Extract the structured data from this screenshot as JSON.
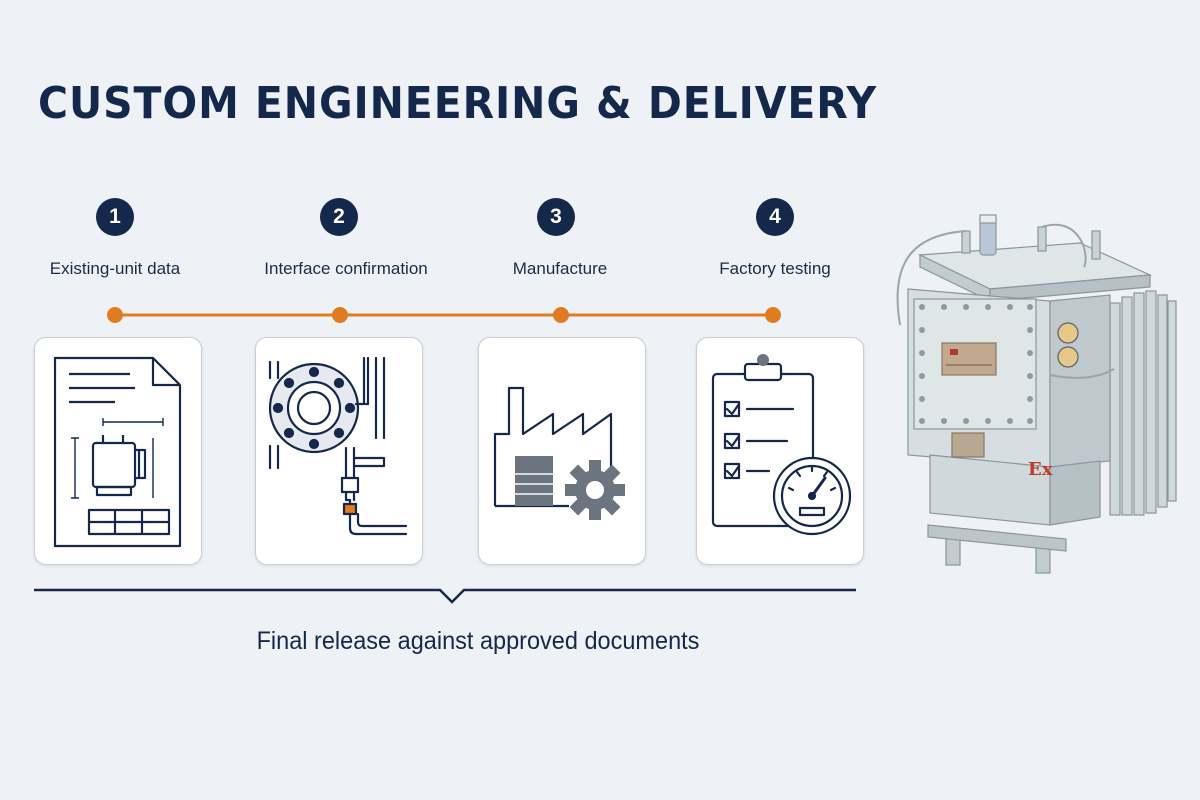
{
  "title": "CUSTOM ENGINEERING & DELIVERY",
  "steps": [
    {
      "number": "1",
      "label": "Existing-unit data",
      "icon": "document-drawing-icon"
    },
    {
      "number": "2",
      "label": "Interface confirmation",
      "icon": "flange-pipe-icon"
    },
    {
      "number": "3",
      "label": "Manufacture",
      "icon": "factory-gear-icon"
    },
    {
      "number": "4",
      "label": "Factory testing",
      "icon": "clipboard-gauge-icon"
    }
  ],
  "footer": "Final release against approved documents",
  "product": {
    "marking": "Ex"
  },
  "colors": {
    "navy": "#14284b",
    "accent": "#e07b1f",
    "background": "#eef1f5"
  }
}
